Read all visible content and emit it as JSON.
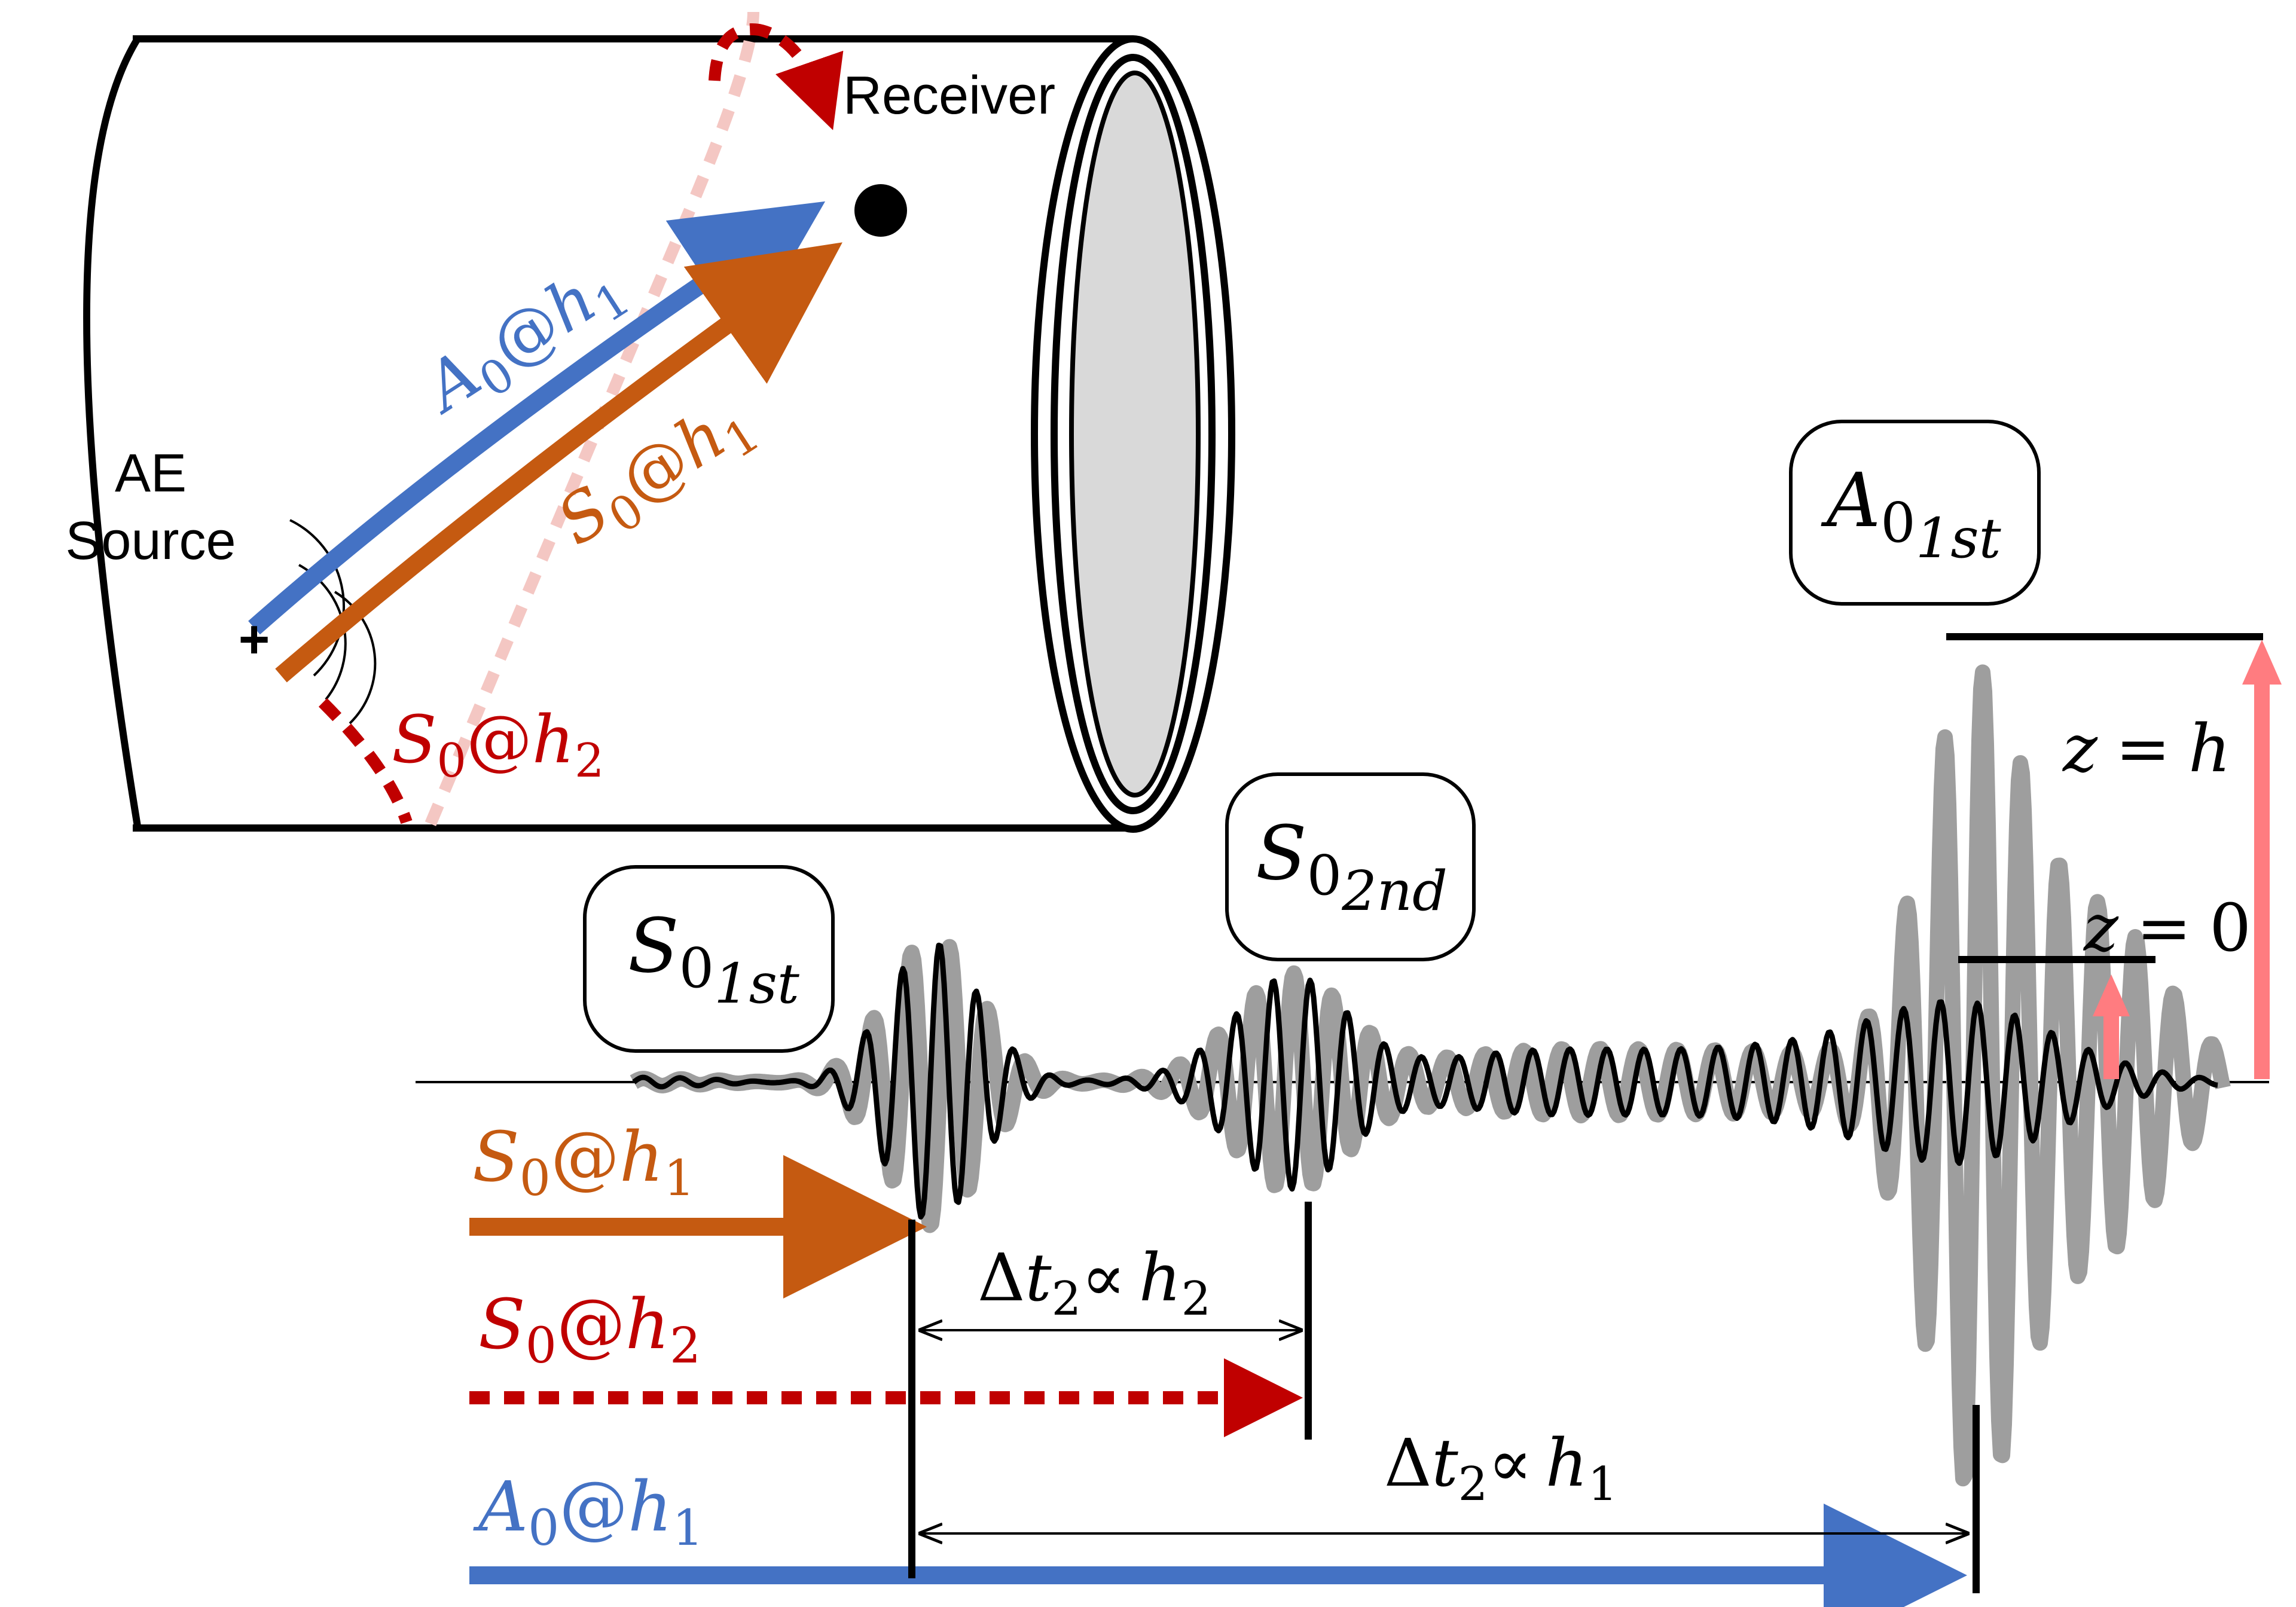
{
  "colors": {
    "a0": "#4472C4",
    "s0_h1": "#C55A11",
    "s0_h2": "#C00000",
    "s0_h2_faint": "#F4C7C3",
    "z_arrow": "#FF7C80",
    "waveform_gray": "#9E9E9E",
    "waveform_black": "#000000",
    "end_face": "#D9D9D9"
  },
  "pipe": {
    "receiver_label": "Receiver",
    "source_label_line1": "AE",
    "source_label_line2": "Source",
    "source_marker": "+",
    "path_a0": {
      "mode": "A",
      "sub": "0",
      "at": "@",
      "h": "h",
      "hsub": "1"
    },
    "path_s0_h1": {
      "mode": "S",
      "sub": "0",
      "at": "@",
      "h": "h",
      "hsub": "1"
    },
    "path_s0_h2": {
      "mode": "S",
      "sub": "0",
      "at": "@",
      "h": "h",
      "hsub": "2"
    }
  },
  "callouts": {
    "s0_1st": {
      "mode": "S",
      "sub": "0",
      "subsub": "1st"
    },
    "s0_2nd": {
      "mode": "S",
      "sub": "0",
      "subsub": "2nd"
    },
    "a0_1st": {
      "mode": "A",
      "sub": "0",
      "subsub": "1st"
    }
  },
  "levels": {
    "z_h": {
      "var": "z",
      "eq": "=",
      "val": "h"
    },
    "z_0": {
      "var": "z",
      "eq": "=",
      "val": "0"
    }
  },
  "arrivals": {
    "s0_h1": {
      "mode": "S",
      "sub": "0",
      "at": "@",
      "h": "h",
      "hsub": "1"
    },
    "s0_h2": {
      "mode": "S",
      "sub": "0",
      "at": "@",
      "h": "h",
      "hsub": "2"
    },
    "a0_h1": {
      "mode": "A",
      "sub": "0",
      "at": "@",
      "h": "h",
      "hsub": "1"
    }
  },
  "intervals": {
    "dt_h2": {
      "delta": "Δ",
      "t": "t",
      "tsub": "2",
      "prop": "∝",
      "h": "h",
      "hsub": "2"
    },
    "dt_h1": {
      "delta": "Δ",
      "t": "t",
      "tsub": "2",
      "prop": "∝",
      "h": "h",
      "hsub": "1"
    }
  }
}
